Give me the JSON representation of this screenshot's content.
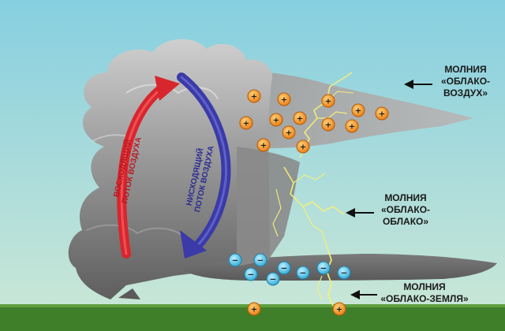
{
  "colors": {
    "sky_top": "#86cfe0",
    "sky_bottom": "#cde8d6",
    "ground": "#3f7f2a",
    "cloud_light": "#bdbdbd",
    "cloud_dark": "#6b6b6b",
    "updraft": "#d8262e",
    "downdraft": "#3a3aa8",
    "positive": "#f28a1a",
    "negative": "#39b8e0",
    "lightning": "#f4f07a"
  },
  "airflow": {
    "up": {
      "line1": "ВОСХОДЯЩИЙ",
      "line2": "ПОТОК ВОЗДУХА"
    },
    "down": {
      "line1": "НИСХОДЯЩИЙ",
      "line2": "ПОТОК ВОЗДУХА"
    }
  },
  "lightning_labels": [
    {
      "lines": [
        "МОЛНИЯ",
        "«ОБЛАКО-",
        "ВОЗДУХ»"
      ]
    },
    {
      "lines": [
        "МОЛНИЯ",
        "«ОБЛАКО-",
        "ОБЛАКО»"
      ]
    },
    {
      "lines": [
        "МОЛНИЯ",
        "«ОБЛАКО-ЗЕМЛЯ»"
      ]
    }
  ],
  "charges": {
    "positive_symbol": "+",
    "negative_symbol": "−"
  }
}
